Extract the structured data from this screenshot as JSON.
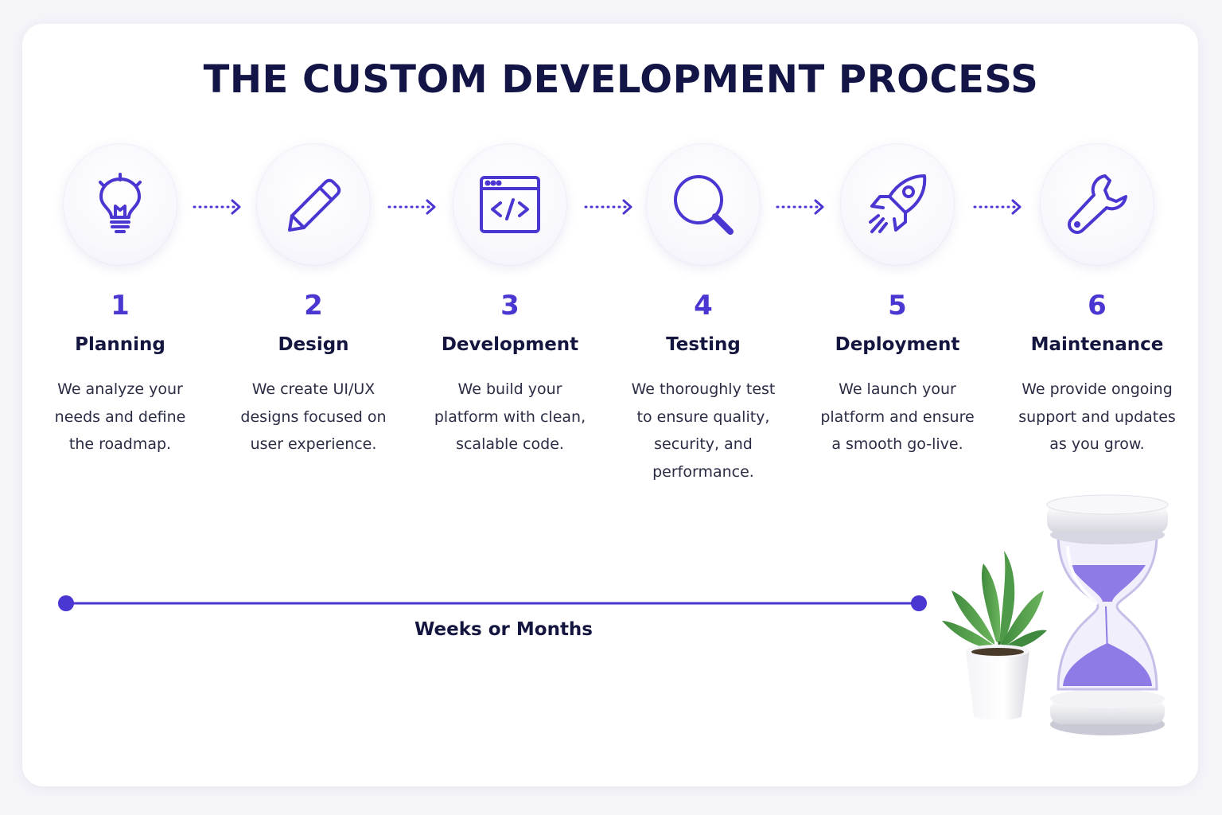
{
  "title": "THE CUSTOM DEVELOPMENT PROCESS",
  "steps": [
    {
      "number": "1",
      "name": "Planning",
      "icon": "lightbulb-icon",
      "description": [
        "We analyze your",
        "needs and define",
        "the roadmap."
      ]
    },
    {
      "number": "2",
      "name": "Design",
      "icon": "pencil-icon",
      "description": [
        "We create UI/UX",
        "designs focused on",
        "user experience."
      ]
    },
    {
      "number": "3",
      "name": "Development",
      "icon": "code-window-icon",
      "description": [
        "We build your",
        "platform with clean,",
        "scalable code."
      ]
    },
    {
      "number": "4",
      "name": "Testing",
      "icon": "magnifier-icon",
      "description": [
        "We thoroughly test",
        "to ensure quality,",
        "security, and",
        "performance."
      ]
    },
    {
      "number": "5",
      "name": "Deployment",
      "icon": "rocket-icon",
      "description": [
        "We launch your",
        "platform and ensure",
        "a smooth go-live."
      ]
    },
    {
      "number": "6",
      "name": "Maintenance",
      "icon": "wrench-icon",
      "description": [
        "We provide ongoing",
        "support and updates",
        "as you grow."
      ]
    }
  ],
  "timeline": {
    "label": "Weeks or Months"
  },
  "decoration": {
    "items": [
      "plant-icon",
      "hourglass-icon"
    ]
  },
  "colors": {
    "accent": "#4a36d0",
    "title": "#121545",
    "text": "#2b2d45",
    "sand": "#8f7ae6"
  }
}
